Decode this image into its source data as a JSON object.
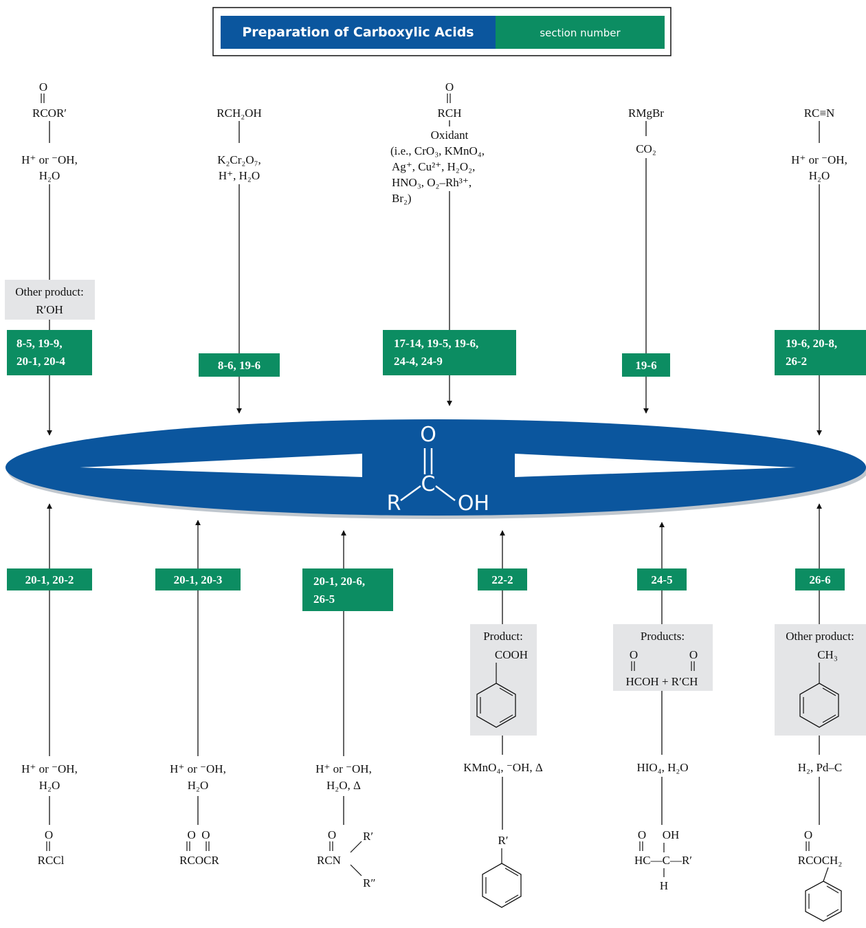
{
  "header": {
    "title": "Preparation of Carboxylic Acids",
    "section_label": "section number"
  },
  "colors": {
    "blue": "#0b569e",
    "green": "#0c8d62",
    "gray": "#e4e5e7",
    "line": "#111111"
  },
  "center": {
    "structure_o": "O",
    "structure_c": "C",
    "structure_r": "R",
    "structure_oh": "OH"
  },
  "top": [
    {
      "sm_line1": "O",
      "sm_line2": "RCOR′",
      "reagent_line1": "H⁺ or ⁻OH,",
      "reagent_line2": "H₂O",
      "note_line1": "Other product:",
      "note_line2": "R′OH",
      "badge_line1": "8-5, 19-9,",
      "badge_line2": "20-1, 20-4"
    },
    {
      "sm_line1": "RCH₂OH",
      "reagent_line1": "K₂Cr₂O₇,",
      "reagent_line2": "H⁺, H₂O",
      "badge_line1": "8-6, 19-6"
    },
    {
      "sm_line1": "O",
      "sm_line2": "RCH",
      "reagent_line1": "Oxidant",
      "reagent_line2": "(i.e., CrO₃, KMnO₄,",
      "reagent_line3": "Ag⁺, Cu²⁺, H₂O₂,",
      "reagent_line4": "HNO₃, O₂–Rh³⁺,",
      "reagent_line5": "Br₂)",
      "badge_line1": "17-14, 19-5, 19-6,",
      "badge_line2": "24-4, 24-9"
    },
    {
      "sm_line1": "RMgBr",
      "reagent_line1": "CO₂",
      "badge_line1": "19-6"
    },
    {
      "sm_line1": "RC≡N",
      "reagent_line1": "H⁺ or ⁻OH,",
      "reagent_line2": "H₂O",
      "badge_line1": "19-6, 20-8,",
      "badge_line2": "26-2"
    }
  ],
  "bottom": [
    {
      "badge_line1": "20-1, 20-2",
      "reagent_line1": "H⁺ or ⁻OH,",
      "reagent_line2": "H₂O",
      "sm_line1": "O",
      "sm_line2": "RCCl"
    },
    {
      "badge_line1": "20-1, 20-3",
      "reagent_line1": "H⁺ or ⁻OH,",
      "reagent_line2": "H₂O",
      "sm_line1": "O  O",
      "sm_line2": "RCOCR"
    },
    {
      "badge_line1": "20-1, 20-6,",
      "badge_line2": "26-5",
      "reagent_line1": "H⁺ or ⁻OH,",
      "reagent_line2": "H₂O, Δ",
      "sm_line1": "O",
      "sm_line2": "RCN",
      "sm_sub1": "R′",
      "sm_sub2": "R″"
    },
    {
      "badge_line1": "22-2",
      "note_line1": "Product:",
      "note_line2": "COOH",
      "reagent_line1": "KMnO₄, ⁻OH, Δ",
      "sm_line1": "R′"
    },
    {
      "badge_line1": "24-5",
      "note_line1": "Products:",
      "note_o1": "O",
      "note_o2": "O",
      "note_line2": "HCOH + R′CH",
      "reagent_line1": "HIO₄, H₂O",
      "sm_o": "O",
      "sm_oh": "OH",
      "sm_line2": "HC—C—R′",
      "sm_h": "H"
    },
    {
      "badge_line1": "26-6",
      "note_line1": "Other product:",
      "note_line2": "CH₃",
      "reagent_line1": "H₂, Pd–C",
      "sm_line1": "O",
      "sm_line2": "RCOCH₂"
    }
  ]
}
